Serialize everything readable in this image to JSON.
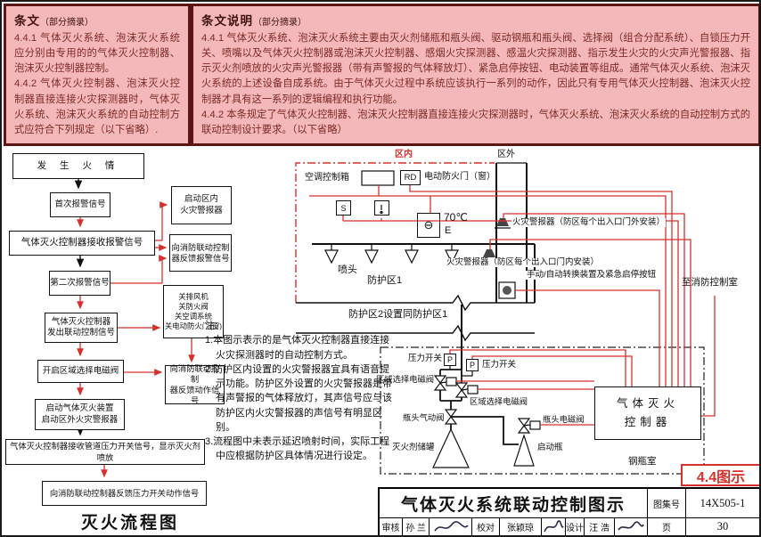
{
  "colors": {
    "pink_bg": "#f4b7ba",
    "accent_red": "#d6302c",
    "ink": "#111111",
    "panel_text": "#7d2a26"
  },
  "article_panel": {
    "title": "条文",
    "title_suffix": "（部分摘录）",
    "paragraphs": [
      "4.4.1 气体灭火系统、泡沫灭火系统应分别由专用的的气体灭火控制器、泡沫灭火控制器控制。",
      "4.4.2 气体灭火控制器、泡沫灭火控制器直接连接火灾探测器时，气体灭火系统、泡沫灭火系统的自动控制方式应符合下列规定（以下省略）."
    ]
  },
  "explanation_panel": {
    "title": "条文说明",
    "title_suffix": "（部分摘录）",
    "paragraphs": [
      "4.4.1 气体灭火系统、泡沫灭火系统主要由灭火剂储瓶和瓶头阀、驱动钢瓶和瓶头阀、选择阀（组合分配系统）、自锁压力开关、喷嘴以及气体灭火控制器或泡沫灭火控制器、感烟火灾探测器、感温火灾探测器、指示发生火灾的火灾声光警报器、指示灭火剂喷放的火灾声光警报器（带有声警报的气体释放灯）、紧急启停按钮、电动装置等组成。通常气体灭火系统、泡沫灭火系统的上述设备自成系统。由于气体灭火过程中系统应该执行一系列的动作，因此只有专用气体灭火控制器、泡沫灭火控制器才具有这一系列的逻辑编程和执行功能。",
      "4.4.2 本条规定了气体灭火控制器、泡沫灭火控制器直接连接火灾探测器时，气体灭火系统、泡沫灭火系统的自动控制方式的联动控制设计要求。（以下省略）"
    ]
  },
  "flowchart": {
    "title": "灭火流程图",
    "main_boxes": [
      "发 生 火 情",
      "首次报警信号",
      "气体灭火控制器接收报警信号",
      "第二次报警信号",
      "气体灭火控制器\n发出联动控制信号",
      "开启区域选择电磁阀",
      "启动气体灭火装置\n启动区外火灾警报器",
      "气体灭火控制器接收管道压力开关信号，显示灭火剂喷放",
      "向消防联动控制器反馈压力开关动作信号"
    ],
    "side_boxes": [
      "启动区内\n火灾警报器",
      "向消防联动控制\n器反馈报警信号",
      "关排风机\n关防火阀\n关空调系统\n关电动防火门(窗)",
      "向消防联动控制\n器反馈动作信号"
    ]
  },
  "diagram": {
    "zone_inside_label": "区内",
    "zone_outside_label": "区外",
    "labels": {
      "ac_control_box": "空调控制箱",
      "rd": "RD",
      "fire_door": "电动防火门（窗）",
      "smoke_glyph": "S",
      "temp_glyph": "⊖",
      "temp_rating": "70℃",
      "temp_class": "E",
      "nozzles": "喷头",
      "zone1": "防护区1",
      "zone2_note": "防护区2设置同防护区1",
      "alarm_outside": "火灾警报器（防区每个出入口门外安装）",
      "alarm_inside": "火灾警报器（防区每个出入口门内安装）",
      "manual_switch": "手动/自动转换装置及紧急启停按钮",
      "to_fire_control_room": "至消防控制室",
      "pressure_switch_left": "压力开关",
      "pressure_switch_right": "压力开关",
      "p_left": "P",
      "p_right": "P",
      "zone_select_valve_left": "区域选择电磁阀",
      "zone_select_valve_right": "区域选择电磁阀",
      "bottle_pneumatic_valve": "瓶头气动阀",
      "agent_tank": "灭火剂储罐",
      "bottle_solenoid_valve": "瓶头电磁阀",
      "start_bottle": "启动瓶",
      "controller": "气体灭火\n控制器",
      "bottle_room": "钢瓶室"
    }
  },
  "notes": {
    "heading": "注:",
    "items": [
      "1.本图示表示的是气体灭火控制器直接连接火灾探测器时的自动控制方式。",
      "2.防护区内设置的火灾警报器宜具有语音提示功能。防护区外设置的火灾警报器是带有声警报的气体释放灯，其声信号应与该防护区内火灾警报器的声信号有明显区别。",
      "3.流程图中未表示延迟喷射时间，实际工程中应根据防护区具体情况进行设定。"
    ]
  },
  "figure_tag": "4.4图示",
  "title_block": {
    "title": "气体灭火系统联动控制图示",
    "atlas_no_label": "图集号",
    "atlas_no": "14X505-1",
    "page_label": "页",
    "page_no": "30",
    "review_label": "审核",
    "reviewer": "孙 兰",
    "proof_label": "校对",
    "proofreader": "张颖琼",
    "design_label": "设计",
    "designer": "汪 浩"
  }
}
